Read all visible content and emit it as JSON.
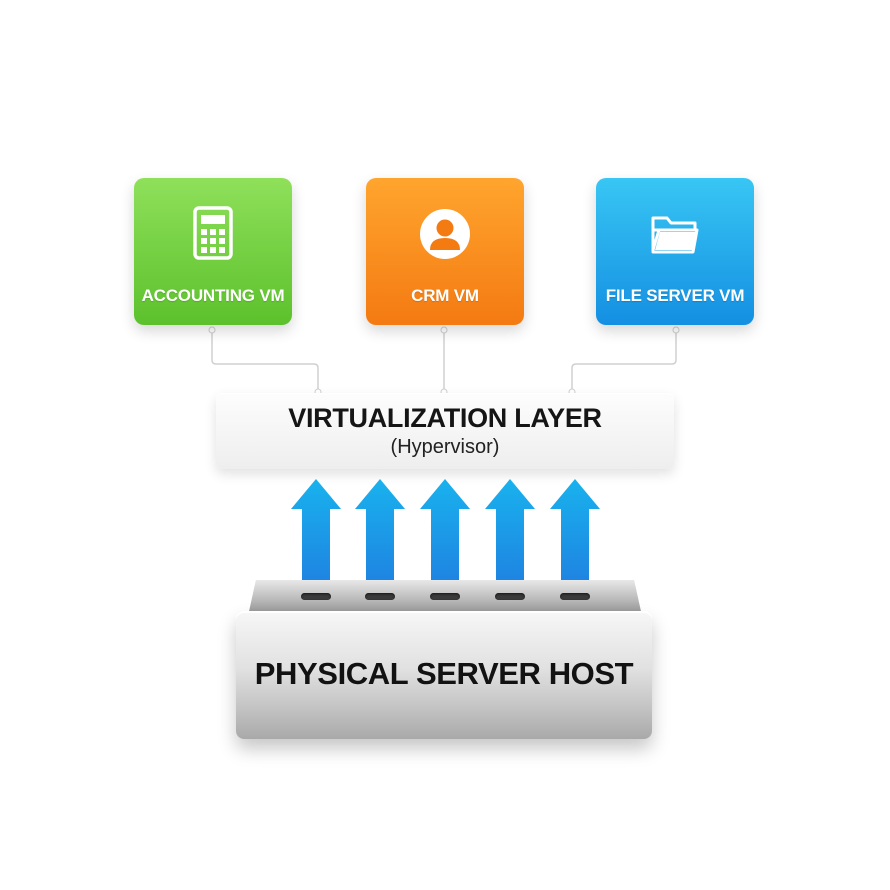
{
  "diagram": {
    "vms": [
      {
        "label": "ACCOUNTING VM",
        "icon": "calculator-icon",
        "color": "#6ccf3c"
      },
      {
        "label": "CRM VM",
        "icon": "user-profile-icon",
        "color": "#f58b1c"
      },
      {
        "label": "FILE SERVER VM",
        "icon": "folder-icon",
        "color": "#1fa6ea"
      }
    ],
    "hypervisor": {
      "title": "VIRTUALIZATION LAYER",
      "subtitle": "(Hypervisor)"
    },
    "host": {
      "label": "PHYSICAL SERVER HOST"
    },
    "arrow_color": "#1aa3e8"
  }
}
